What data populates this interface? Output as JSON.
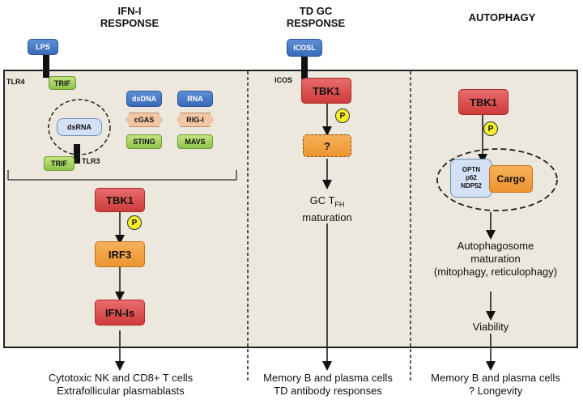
{
  "titles": {
    "ifn": [
      "IFN-I",
      "RESPONSE"
    ],
    "tdgc": [
      "TD GC",
      "RESPONSE"
    ],
    "autophagy": "AUTOPHAGY"
  },
  "ifn": {
    "lps": "LPS",
    "tlr4": "TLR4",
    "trif_top": "TRIF",
    "dsrna": "dsRNA",
    "trif_bottom": "TRIF",
    "tlr3": "TLR3",
    "dsdna": "dsDNA",
    "cgas": "cGAS",
    "sting": "STING",
    "rna": "RNA",
    "rigi": "RIG-I",
    "mavs": "MAVS",
    "tbk1": "TBK1",
    "p": "P",
    "irf3": "IRF3",
    "ifnis": "IFN-Is",
    "outcome": [
      "Cytotoxic NK and CD8+ T cells",
      "Extrafollicular plasmablasts"
    ]
  },
  "tdgc": {
    "icosl": "ICOSL",
    "icos": "ICOS",
    "tbk1": "TBK1",
    "p": "P",
    "unknown": "?",
    "gc_main": "GC T",
    "gc_sub": "FH",
    "gc_line2": "maturation",
    "outcome": [
      "Memory B and plasma cells",
      "TD antibody responses"
    ]
  },
  "autophagy": {
    "tbk1": "TBK1",
    "p": "P",
    "receptors": [
      "OPTN",
      "p62",
      "NDP52"
    ],
    "cargo": "Cargo",
    "maturation": [
      "Autophagosome",
      "maturation",
      "(mitophagy, reticulophagy)"
    ],
    "viability": "Viability",
    "outcome": [
      "Memory B and plasma cells",
      "? Longevity"
    ]
  }
}
